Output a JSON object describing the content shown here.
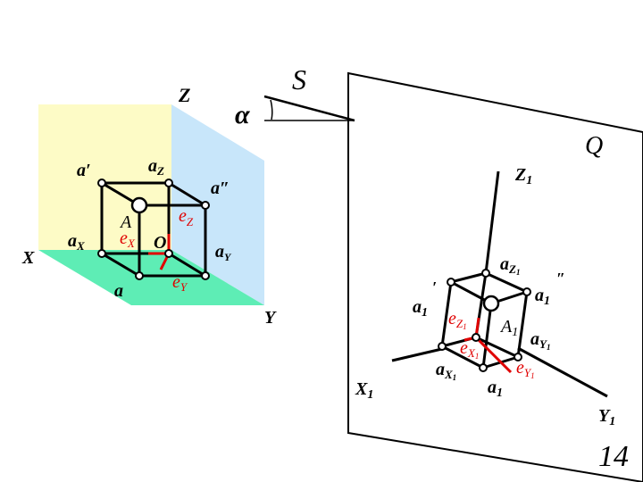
{
  "colors": {
    "frontal_plane": "#fdfbc6",
    "side_plane": "#c8e6fa",
    "ground_plane": "#5eedb5",
    "edge": "#000000",
    "unit_vector": "#e00000",
    "point_fill": "#ffffff"
  },
  "left_system": {
    "axes": {
      "x": "X",
      "y": "Y",
      "z": "Z"
    },
    "origin": "O",
    "point": "A",
    "projections": {
      "horizontal": "a",
      "frontal": "a′",
      "profile": "a″"
    },
    "axis_points": {
      "x_main": "a",
      "x_sub": "X",
      "y_main": "a",
      "y_sub": "Y",
      "z_main": "a",
      "z_sub": "Z"
    },
    "unit_vectors": {
      "x": {
        "base": "e",
        "sub": "X"
      },
      "y": {
        "base": "e",
        "sub": "Y"
      },
      "z": {
        "base": "e",
        "sub": "Z"
      }
    }
  },
  "projection": {
    "direction": "S",
    "angle": "α",
    "plane": "Q"
  },
  "right_system": {
    "axes": {
      "x": "X",
      "y": "Y",
      "z": "Z",
      "index": "1"
    },
    "point": {
      "base": "A",
      "sub": "1"
    },
    "projections": {
      "horizontal": {
        "base": "a",
        "sub": "1"
      },
      "frontal": {
        "base": "a",
        "sub": "1",
        "mark": "′"
      },
      "profile": {
        "base": "a",
        "sub": "1",
        "mark": "″"
      }
    },
    "axis_points": {
      "x": {
        "base": "a",
        "sub": "X",
        "subsub": "1"
      },
      "y": {
        "base": "a",
        "sub": "Y",
        "subsub": "1"
      },
      "z": {
        "base": "a",
        "sub": "Z",
        "subsub": "1"
      }
    },
    "unit_vectors": {
      "x": {
        "base": "e",
        "sub": "X",
        "subsub": "1"
      },
      "y": {
        "base": "e",
        "sub": "Y",
        "subsub": "1"
      },
      "z": {
        "base": "e",
        "sub": "Z",
        "subsub": "1"
      }
    }
  },
  "page_number": "14"
}
